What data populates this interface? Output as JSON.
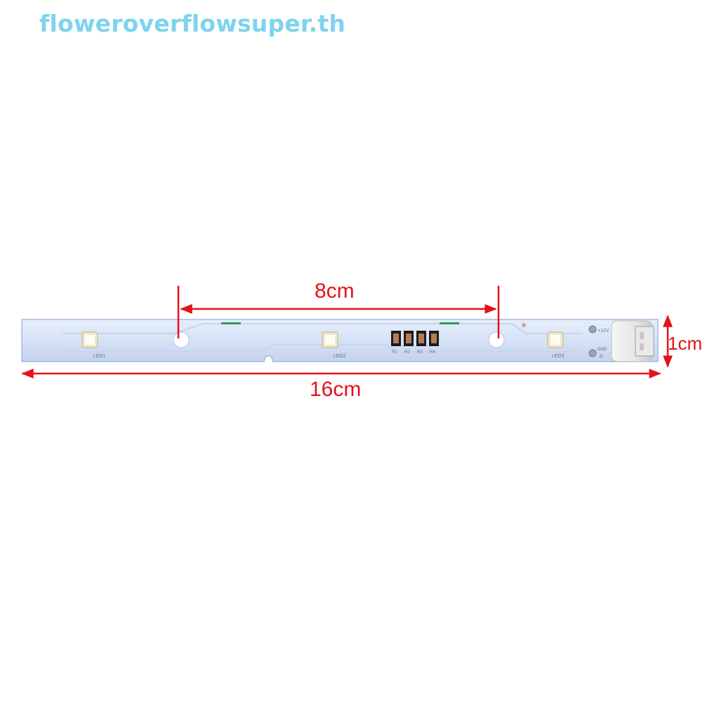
{
  "watermark": "floweroverflowsuper.th",
  "dimensions": {
    "length_between_holes": "8cm",
    "total_length": "16cm",
    "width": "1cm"
  },
  "board": {
    "led_labels": [
      "LED1",
      "LED2",
      "LED3"
    ],
    "resistor_labels": [
      "R1",
      "R2",
      "R3",
      "R4"
    ],
    "power_label": "+12V",
    "ground_label": "GND",
    "connector_label": "J1"
  },
  "colors": {
    "watermark": "#7fd3ee",
    "dimension_lines": "#e4111b",
    "board": "#d8e4f6",
    "board_edge": "#aebfdf"
  }
}
